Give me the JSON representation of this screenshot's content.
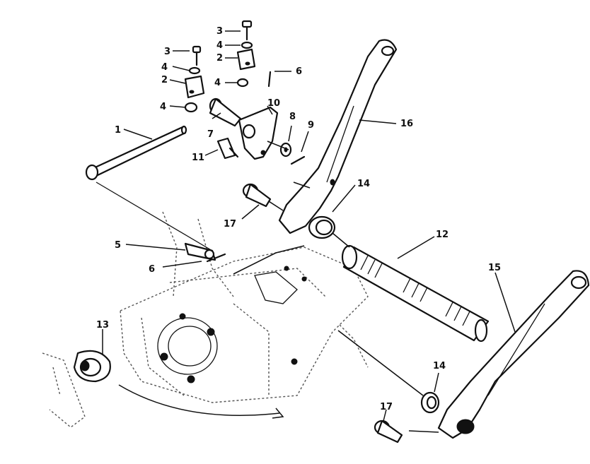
{
  "callouts": {
    "c1": "1",
    "c2a": "2",
    "c2b": "2",
    "c3a": "3",
    "c3b": "3",
    "c4a": "4",
    "c4b": "4",
    "c4c": "4",
    "c4d": "4",
    "c5": "5",
    "c6a": "6",
    "c6b": "6",
    "c7": "7",
    "c8": "8",
    "c9": "9",
    "c10": "10",
    "c11": "11",
    "c12": "12",
    "c13": "13",
    "c14a": "14",
    "c14b": "14",
    "c15": "15",
    "c16": "16",
    "c17a": "17",
    "c17b": "17"
  },
  "colors": {
    "ink": "#111111",
    "paper": "#ffffff"
  }
}
